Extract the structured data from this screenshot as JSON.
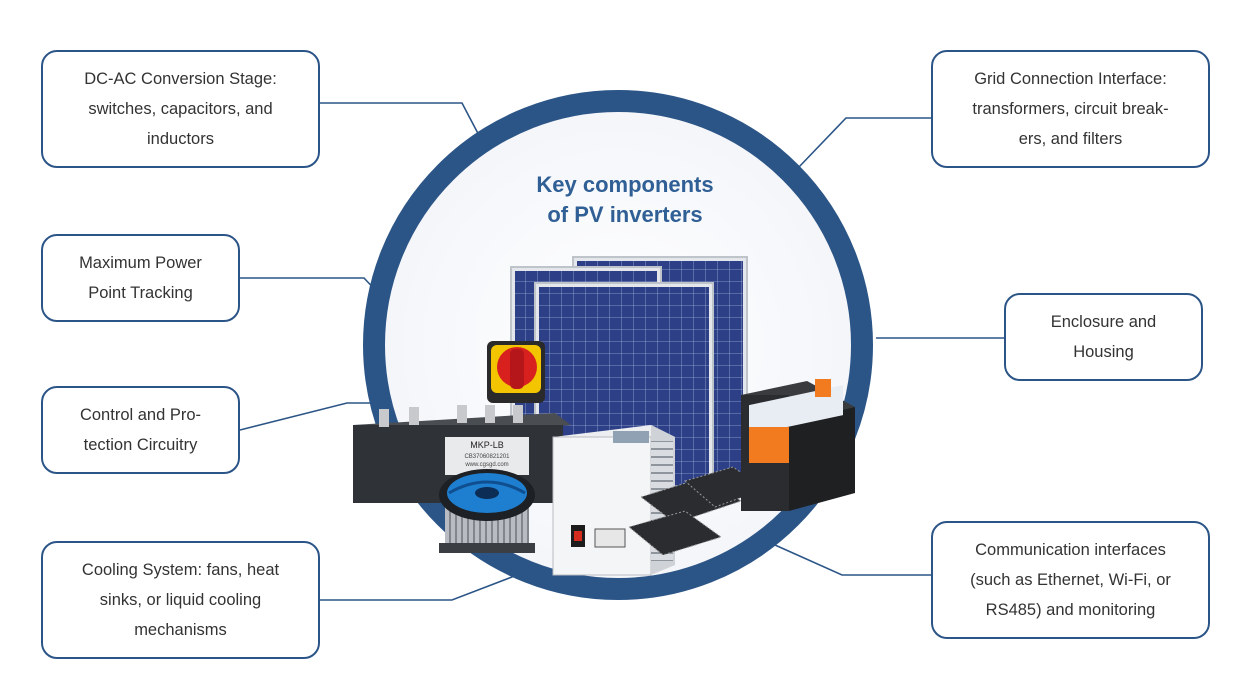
{
  "title": {
    "line1": "Key components",
    "line2": "of PV inverters"
  },
  "components": {
    "dc_ac": {
      "lines": [
        "DC-AC Conversion Stage:",
        "switches, capacitors, and",
        "inductors"
      ]
    },
    "mppt": {
      "lines": [
        "Maximum Power",
        "Point Tracking"
      ]
    },
    "control": {
      "lines": [
        "Control and Pro-",
        "tection Circuitry"
      ]
    },
    "cooling": {
      "lines": [
        "Cooling System: fans, heat",
        "sinks, or liquid cooling",
        "mechanisms"
      ]
    },
    "grid": {
      "lines": [
        "Grid Connection Interface:",
        "transformers, circuit break-",
        "ers, and filters"
      ]
    },
    "enclosure": {
      "lines": [
        "Enclosure and",
        "Housing"
      ]
    },
    "communication": {
      "lines": [
        "Communication interfaces",
        "(such as Ethernet, Wi-Fi, or",
        "RS485) and monitoring"
      ]
    }
  },
  "illustration_labels": {
    "capacitor_model": "MKP-LB",
    "capacitor_code": "CB37060821201",
    "capacitor_site": "www.cgsgd.com"
  },
  "colors": {
    "ring": "#2c5587",
    "title": "#2f5f95",
    "box_border": "#2c5587",
    "text": "#333333"
  }
}
